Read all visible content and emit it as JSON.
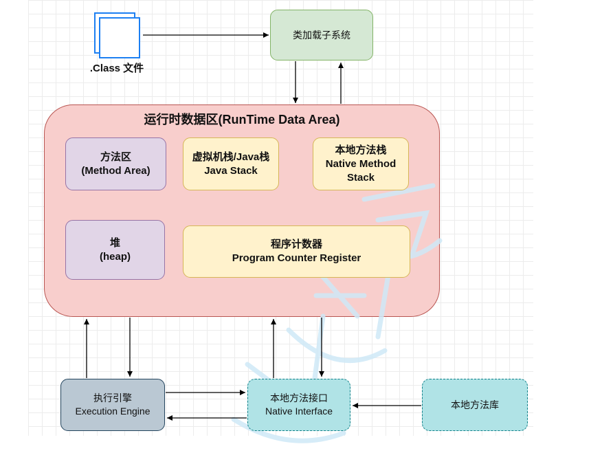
{
  "class_file": {
    "label": ".Class 文件"
  },
  "class_loader": {
    "label": "类加载子系统"
  },
  "runtime_area": {
    "title": "运行时数据区(RunTime Data Area)"
  },
  "method_area": {
    "line1": "方法区",
    "line2": "(Method Area)"
  },
  "java_stack": {
    "line1": "虚拟机栈/Java栈",
    "line2": "Java Stack"
  },
  "native_method_stack": {
    "line1": "本地方法栈",
    "line2": "Native Method",
    "line3": "Stack"
  },
  "heap": {
    "line1": "堆",
    "line2": "(heap)"
  },
  "pc_register": {
    "line1": "程序计数器",
    "line2": "Program Counter Register"
  },
  "execution_engine": {
    "line1": "执行引擎",
    "line2": "Execution Engine"
  },
  "native_interface": {
    "line1": "本地方法接口",
    "line2": "Native Interface"
  },
  "native_library": {
    "label": "本地方法库"
  },
  "colors": {
    "edge": "#000000",
    "file_icon": "#1c7ff2",
    "green_fill": "#d5e8d4",
    "red_fill": "#f8cecc",
    "purple_fill": "#e1d5e7",
    "yellow_fill": "#fff2cc",
    "blue_gray_fill": "#bac8d3",
    "cyan_fill": "#b0e3e6",
    "watermark": "#cfe9f7"
  }
}
